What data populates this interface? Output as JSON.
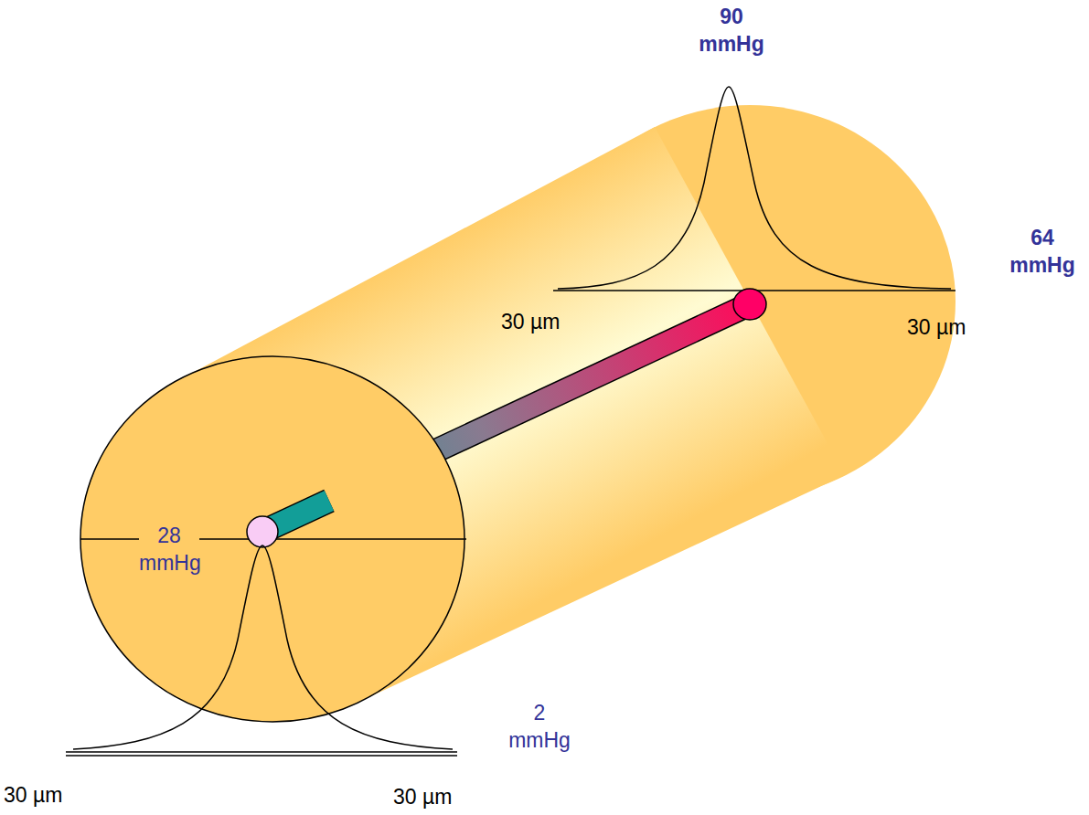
{
  "diagram": {
    "labels": [
      "90 mmHg",
      "64 mmHg",
      "30 µm",
      "30 µm",
      "28 mmHg",
      "2 mmHg",
      "30 µm",
      "30 µm"
    ]
  }
}
